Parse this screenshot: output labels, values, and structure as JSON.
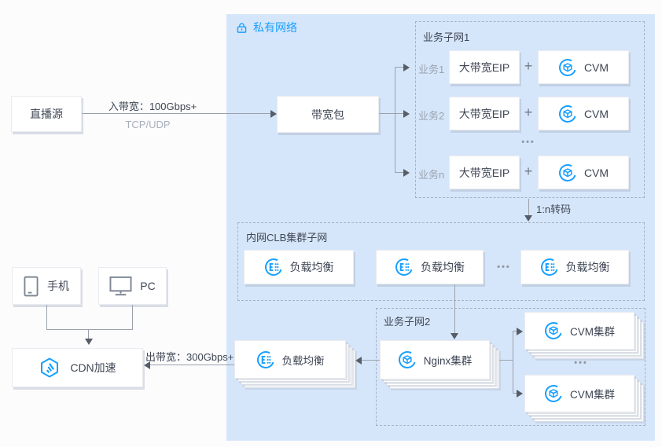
{
  "vpc": {
    "label": "私有网络"
  },
  "nodes": {
    "live_source": "直播源",
    "bandwidth_package": "带宽包",
    "phone": "手机",
    "pc": "PC",
    "cdn": "CDN加速",
    "clb_cluster": "负载均衡",
    "nginx_cluster": "Nginx集群"
  },
  "subnet1": {
    "title": "业务子网1",
    "rows": [
      {
        "service": "业务1"
      },
      {
        "service": "业务2"
      },
      {
        "service": "业务n"
      }
    ],
    "eip_label": "大带宽EIP",
    "cvm_label": "CVM",
    "plus": "+",
    "ellipsis": "•••"
  },
  "clb_subnet": {
    "title": "内网CLB集群子网",
    "items": [
      "负载均衡",
      "负载均衡",
      "负载均衡"
    ],
    "ellipsis": "•••"
  },
  "subnet2": {
    "title": "业务子网2",
    "clusters": [
      "CVM集群",
      "CVM集群"
    ],
    "ellipsis": "•••"
  },
  "edges": {
    "ingress_label": "入带宽：100Gbps+",
    "ingress_protocol": "TCP/UDP",
    "transcode_label": "1:n转码",
    "egress_label": "出带宽：300Gbps+"
  },
  "colors": {
    "accent": "#18a0ff",
    "vpc_fill": "#d6e6fa",
    "line": "#9aa1ab",
    "text_dark": "#3e4654",
    "text_muted": "#9aa3b0"
  }
}
